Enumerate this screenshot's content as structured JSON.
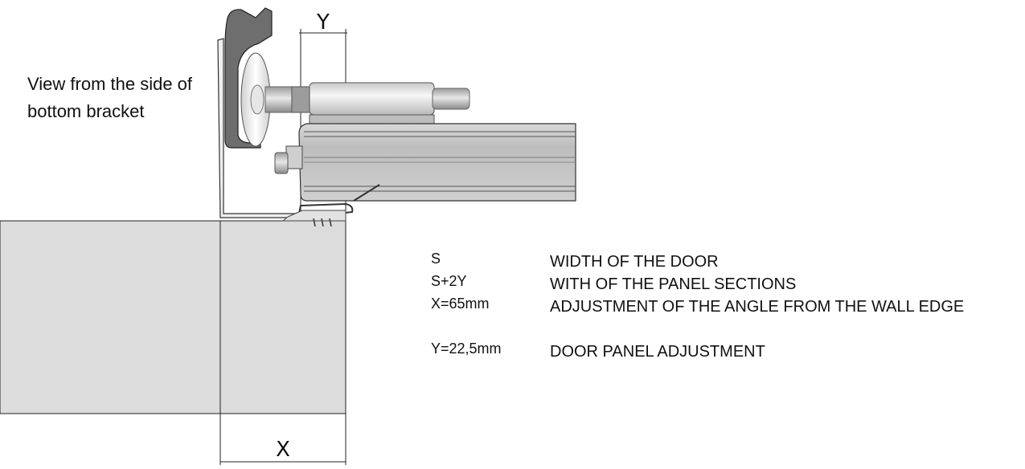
{
  "view_caption": {
    "line1": "View from the side of",
    "line2": "bottom bracket"
  },
  "dimensions": {
    "x_label": "X",
    "y_label": "Y"
  },
  "legend": [
    {
      "symbol": "S",
      "description": "WIDTH OF THE DOOR"
    },
    {
      "symbol": "S+2Y",
      "description": "WITH OF THE PANEL SECTIONS"
    },
    {
      "symbol": "X=65mm",
      "description": "ADJUSTMENT OF THE ANGLE FROM THE WALL EDGE"
    },
    {
      "symbol": "Y=22,5mm",
      "description": "DOOR PANEL ADJUSTMENT"
    }
  ],
  "colors": {
    "wall": "#dcdcdc",
    "track": "#6e6e6e",
    "roller": "#f2f2f2",
    "panel": "#c8c8c8",
    "line": "#222222"
  }
}
